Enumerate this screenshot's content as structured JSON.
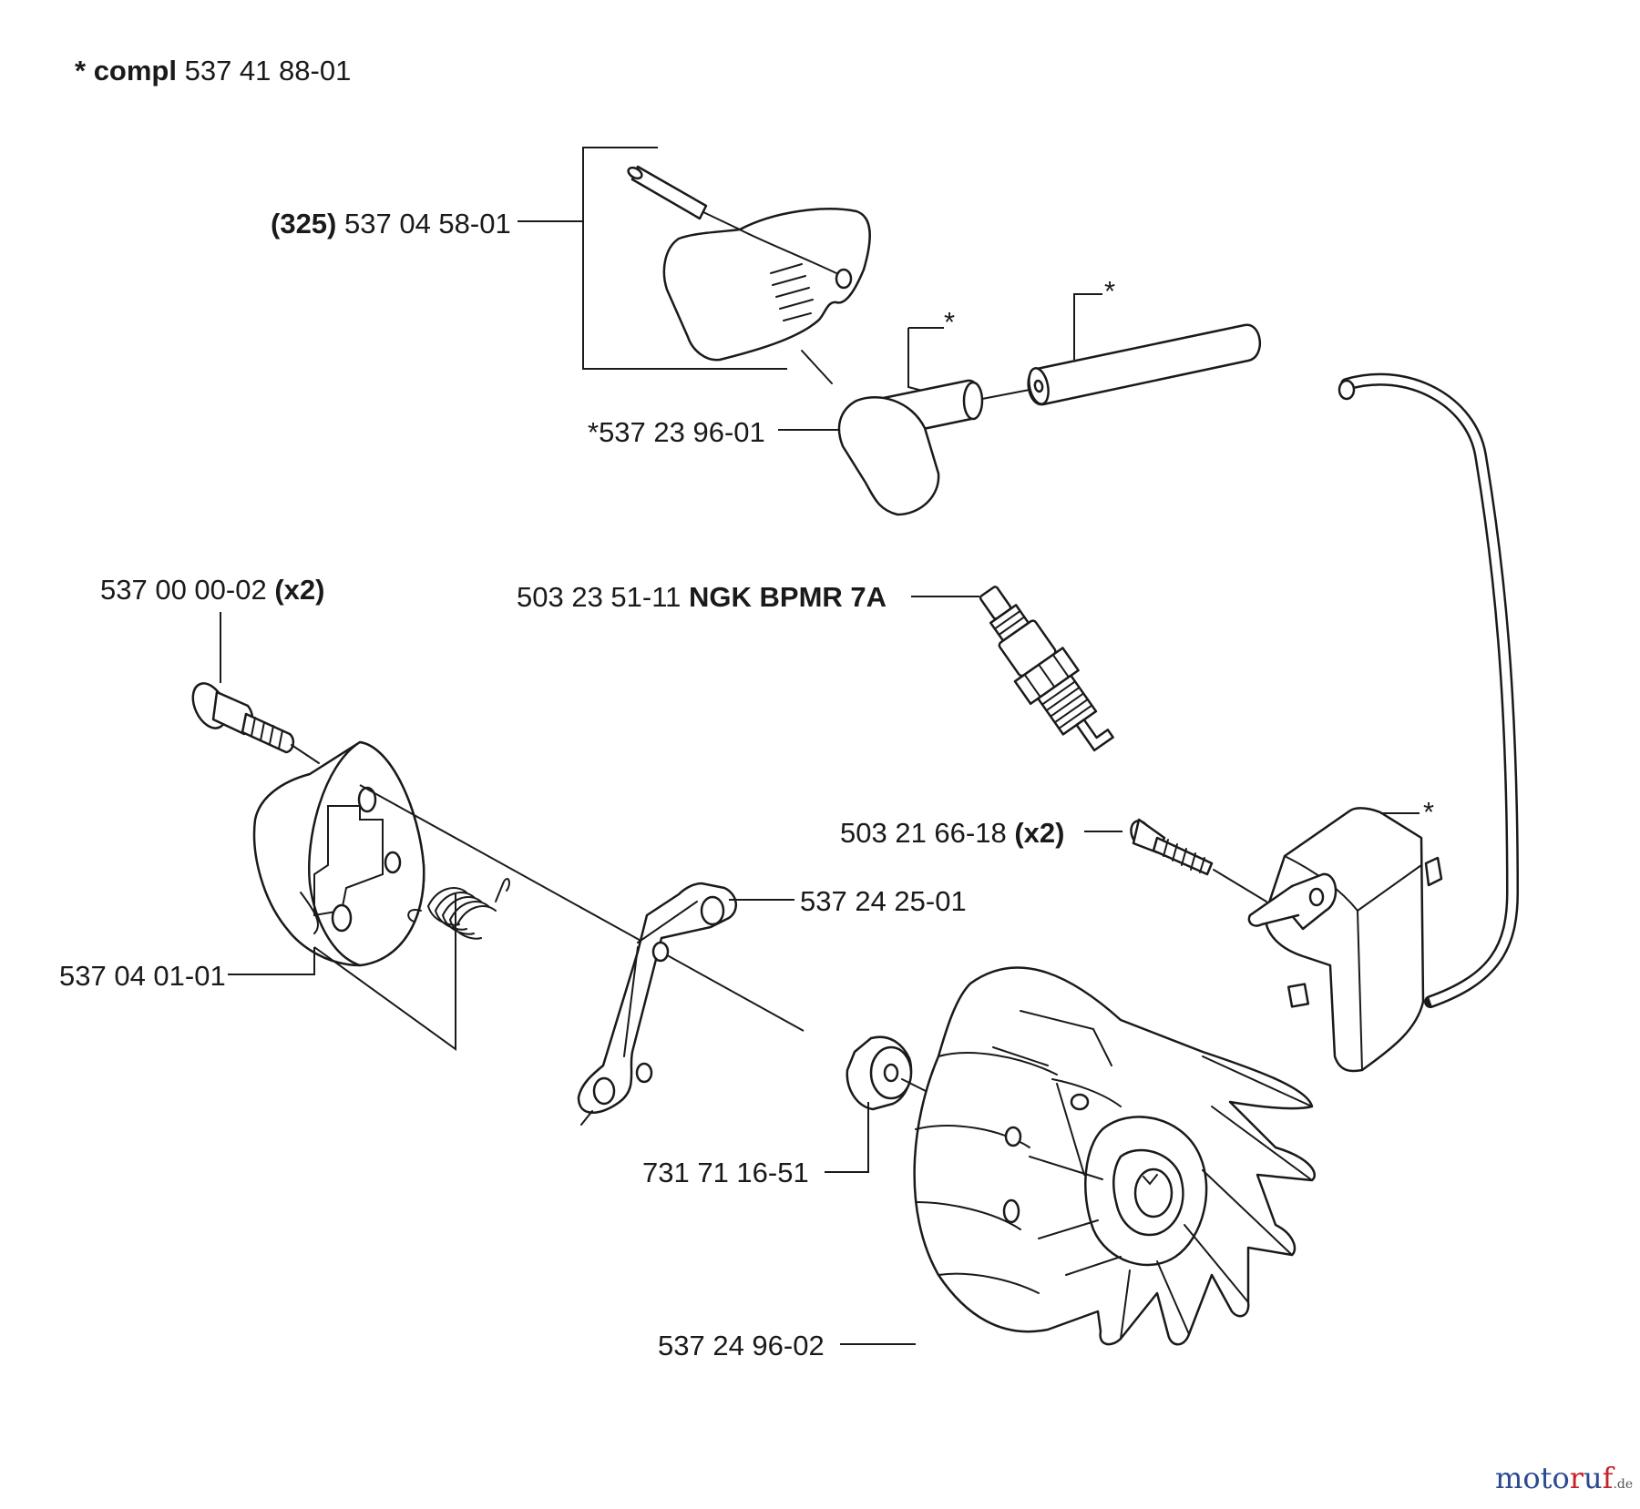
{
  "header": {
    "prefix": "* ",
    "compl_word": "compl",
    "compl_number": " 537 41 88-01"
  },
  "parts": {
    "cap_cover": {
      "qty": "(325)",
      "number": " 537 04 58-01"
    },
    "spark_cap": {
      "number": "*537 23 96-01"
    },
    "spark_plug": {
      "number": "503 23 51-11 ",
      "spec": "NGK BPMR 7A"
    },
    "screw_a": {
      "number": "537 00 00-02 ",
      "qty": "(x2)"
    },
    "screw_b": {
      "number": "503 21 66-18 ",
      "qty": "(x2)"
    },
    "bracket": {
      "number": "537 24 25-01"
    },
    "clutch": {
      "number": "537 04 01-01"
    },
    "nut": {
      "number": "731 71 16-51"
    },
    "flywheel": {
      "number": "537 24 96-02"
    }
  },
  "stars": [
    "*",
    "*",
    "*"
  ],
  "footer": {
    "brand_a": "moto",
    "brand_b": "r",
    "brand_c": "u",
    "brand_d": "f",
    "brand_e": ".de"
  },
  "colors": {
    "line": "#1a1a1a",
    "brand_blue": "#2b4a8f",
    "brand_red": "#c8202a"
  }
}
